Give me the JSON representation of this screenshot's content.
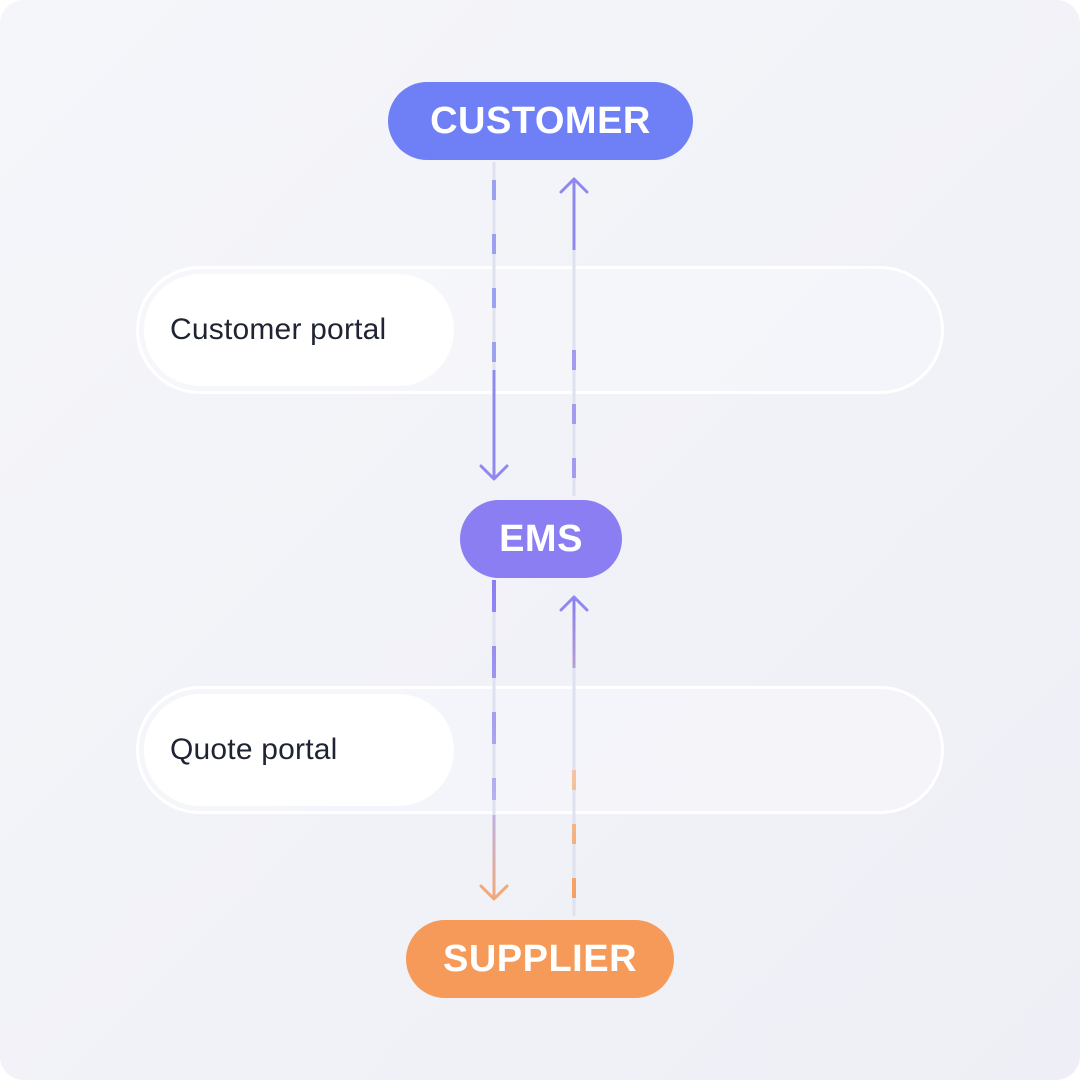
{
  "nodes": {
    "customer": "CUSTOMER",
    "ems": "EMS",
    "supplier": "SUPPLIER"
  },
  "lanes": {
    "customer_portal": "Customer portal",
    "quote_portal": "Quote portal"
  },
  "colors": {
    "customer": "#6f80f6",
    "ems": "#8a7ef2",
    "supplier": "#f59a58",
    "connector_light": "#dde1f0"
  }
}
